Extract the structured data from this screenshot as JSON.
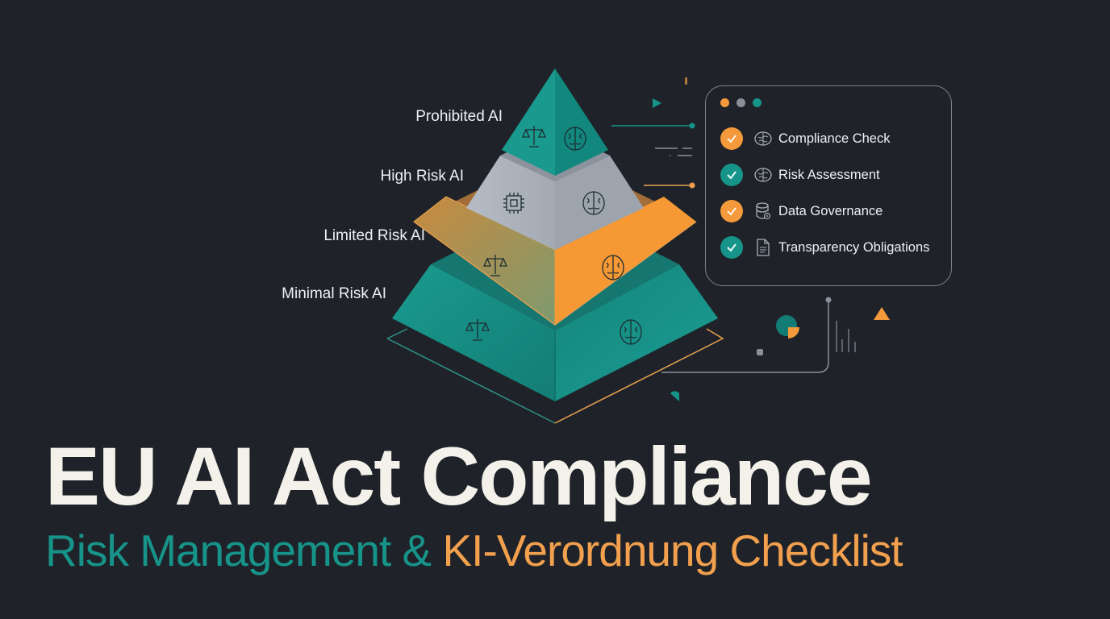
{
  "colors": {
    "background": "#1f2329",
    "teal": "#17948a",
    "teal_dark": "#107068",
    "orange": "#f59a3c",
    "gray_tier": "#a9b0ba",
    "text_light": "#eef0f2",
    "title_text": "#f3f1ea",
    "card_border": "#7d838b"
  },
  "pyramid": {
    "tiers": [
      {
        "label": "Prohibited AI",
        "icons": [
          "scales-icon",
          "brain-icon"
        ]
      },
      {
        "label": "High Risk AI",
        "icons": [
          "chip-icon",
          "brain-icon"
        ]
      },
      {
        "label": "Limited Risk AI",
        "icons": [
          "scales-icon",
          "brain-icon"
        ]
      },
      {
        "label": "Minimal Risk AI",
        "icons": [
          "scales-icon",
          "brain-icon"
        ]
      }
    ]
  },
  "checklist": {
    "window_dots": [
      "#f59a3c",
      "#8a9099",
      "#17948a"
    ],
    "items": [
      {
        "label": "Compliance Check",
        "status_color": "#f59a3c",
        "icon": "brain-icon"
      },
      {
        "label": "Risk Assessment",
        "status_color": "#17948a",
        "icon": "brain-icon"
      },
      {
        "label": "Data Governance",
        "status_color": "#f59a3c",
        "icon": "database-icon"
      },
      {
        "label": "Transparency Obligations",
        "status_color": "#17948a",
        "icon": "document-icon"
      }
    ]
  },
  "heading": {
    "title": "EU AI Act Compliance",
    "subtitle_part1": "Risk Management &",
    "subtitle_part2": "KI-Verordnung Checklist",
    "subtitle_part1_color": "#17948a",
    "subtitle_part2_color": "#f2a04e"
  }
}
